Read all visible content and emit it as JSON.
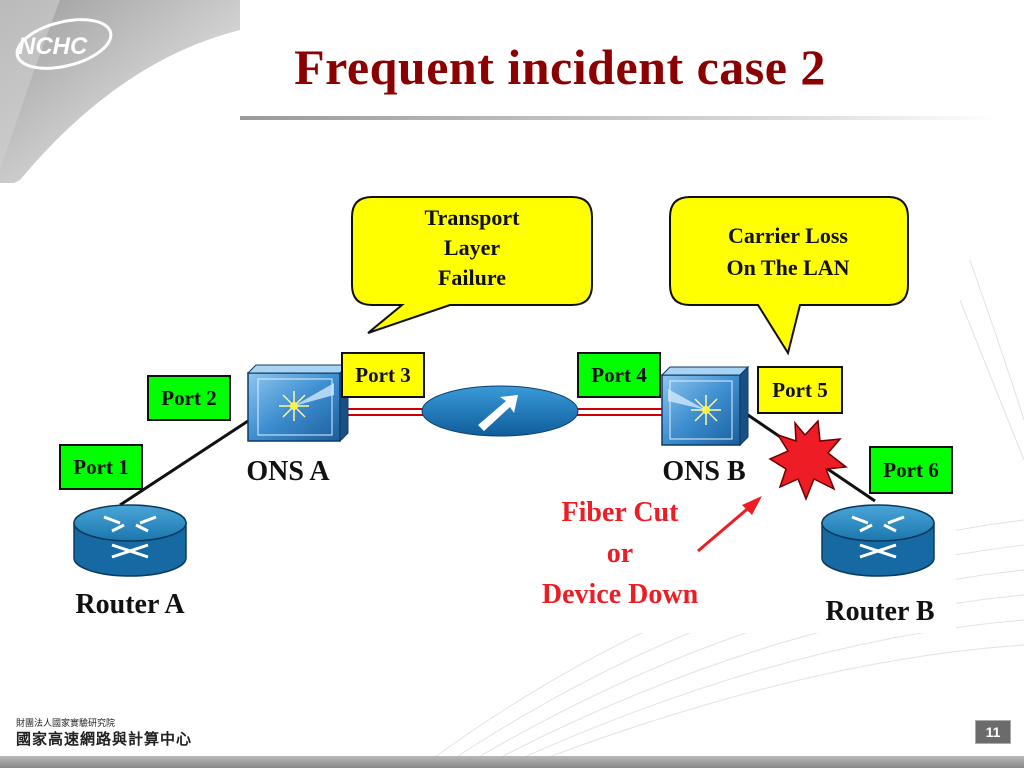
{
  "slide": {
    "title": "Frequent incident case 2",
    "logo_text": "NCHC",
    "page_number": "11",
    "footer": {
      "org_line1": "財團法人國家實驗研究院",
      "org_line2": "國家高速網路與計算中心"
    }
  },
  "diagram": {
    "callouts": {
      "transport": [
        "Transport",
        "Layer",
        "Failure"
      ],
      "carrier": [
        "Carrier Loss",
        "On The LAN"
      ]
    },
    "ports": {
      "p1": "Port 1",
      "p2": "Port 2",
      "p3": "Port 3",
      "p4": "Port 4",
      "p5": "Port 5",
      "p6": "Port 6"
    },
    "devices": {
      "router_a": "Router A",
      "router_b": "Router B",
      "ons_a": "ONS A",
      "ons_b": "ONS B"
    },
    "fault_label": [
      "Fiber Cut",
      "or",
      "Device Down"
    ],
    "colors": {
      "callout_fill": "#ffff00",
      "port_fill": "#00ff00",
      "port5_fill": "#ffff00",
      "fiber_link": "#cc0000",
      "fault_text": "#ee1c24",
      "router_blue": "#1a7fb5",
      "ons_blue": "#2f84c7",
      "title_color": "#8b0000"
    }
  }
}
